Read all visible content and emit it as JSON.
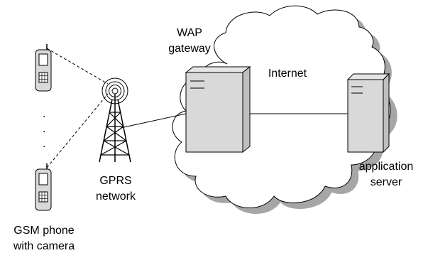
{
  "labels": {
    "wap_gateway_line1": "WAP",
    "wap_gateway_line2": "gateway",
    "internet": "Internet",
    "gprs_line1": "GPRS",
    "gprs_line2": "network",
    "app_server_line1": "application",
    "app_server_line2": "server",
    "phone_line1": "GSM phone",
    "phone_line2": "with camera",
    "ellipsis_dot": "."
  },
  "colors": {
    "device_fill": "#d9d9d9",
    "cloud_shadow": "#a6a6a6",
    "line": "#000000",
    "background": "#ffffff"
  },
  "icons": [
    "phone-icon",
    "antenna-tower-icon",
    "server-icon",
    "cloud-shape"
  ]
}
